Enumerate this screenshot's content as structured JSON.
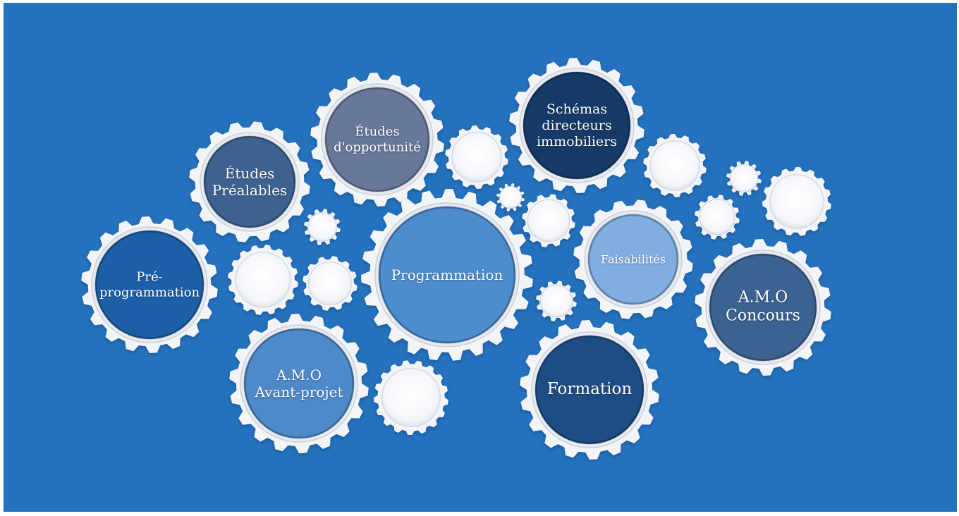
{
  "colors": {
    "background": "#2471bd",
    "gear_white": "#f2f4f8",
    "gear_shadow": "#c9d1dc"
  },
  "gears": [
    {
      "id": "pre-programmation",
      "lines": [
        "Pré-",
        "programmation"
      ],
      "fill": "#1c5fa6",
      "font": 18
    },
    {
      "id": "etudes-prealables",
      "lines": [
        "Études",
        "Préalables"
      ],
      "fill": "#3d6290",
      "font": 20
    },
    {
      "id": "etudes-opportunite",
      "lines": [
        "Études",
        "d'opportunité"
      ],
      "fill": "#67789a",
      "font": 18
    },
    {
      "id": "schemas-directeurs",
      "lines": [
        "Schémas",
        "directeurs",
        "immobiliers"
      ],
      "fill": "#163a68",
      "font": 19
    },
    {
      "id": "programmation",
      "lines": [
        "Programmation"
      ],
      "fill": "#4d8ccd",
      "font": 20
    },
    {
      "id": "faisabilites",
      "lines": [
        "Faisabilités"
      ],
      "fill": "#80aee0",
      "font": 16
    },
    {
      "id": "amo-concours",
      "lines": [
        "A.M.O",
        "Concours"
      ],
      "fill": "#3c6291",
      "font": 22
    },
    {
      "id": "amo-avant-projet",
      "lines": [
        "A.M.O",
        "Avant-projet"
      ],
      "fill": "#4e89c9",
      "font": 20
    },
    {
      "id": "formation",
      "lines": [
        "Formation"
      ],
      "fill": "#1e4d85",
      "font": 23
    }
  ]
}
